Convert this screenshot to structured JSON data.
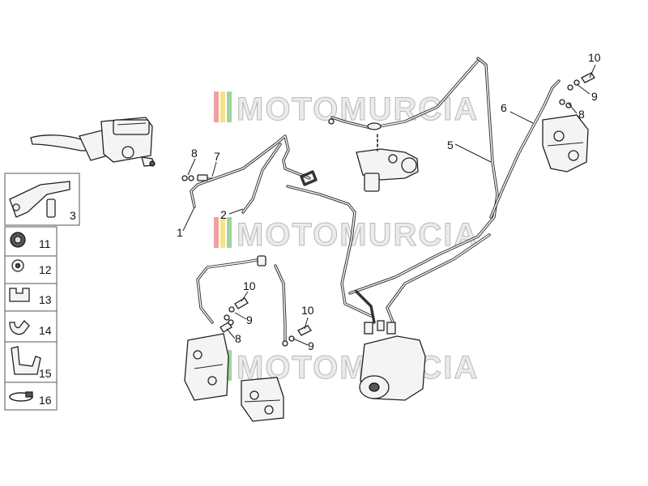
{
  "watermark": {
    "text": "MOTOMURCIA",
    "stripe_colors": [
      "#f0a0a0",
      "#f3e38a",
      "#9fd39f"
    ]
  },
  "callouts": {
    "c1": "1",
    "c2": "2",
    "c3": "3",
    "c5": "5",
    "c6": "6",
    "c7": "7",
    "c8a": "8",
    "c8b": "8",
    "c8c": "8",
    "c9a": "9",
    "c9b": "9",
    "c9c": "9",
    "c10a": "10",
    "c10b": "10",
    "c10c": "10",
    "c11": "11",
    "c12": "12",
    "c13": "13",
    "c14": "14",
    "c15": "15",
    "c16": "16"
  }
}
